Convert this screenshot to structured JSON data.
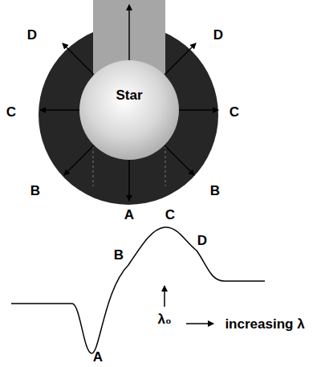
{
  "diagram": {
    "nodes": [
      {
        "text": [
          "Star"
        ]
      }
    ],
    "labels": [
      "D",
      "D",
      "C",
      "C",
      "B",
      "B",
      "A",
      "C",
      "B",
      "D",
      "λ₀",
      "increasing λ",
      "A"
    ]
  }
}
